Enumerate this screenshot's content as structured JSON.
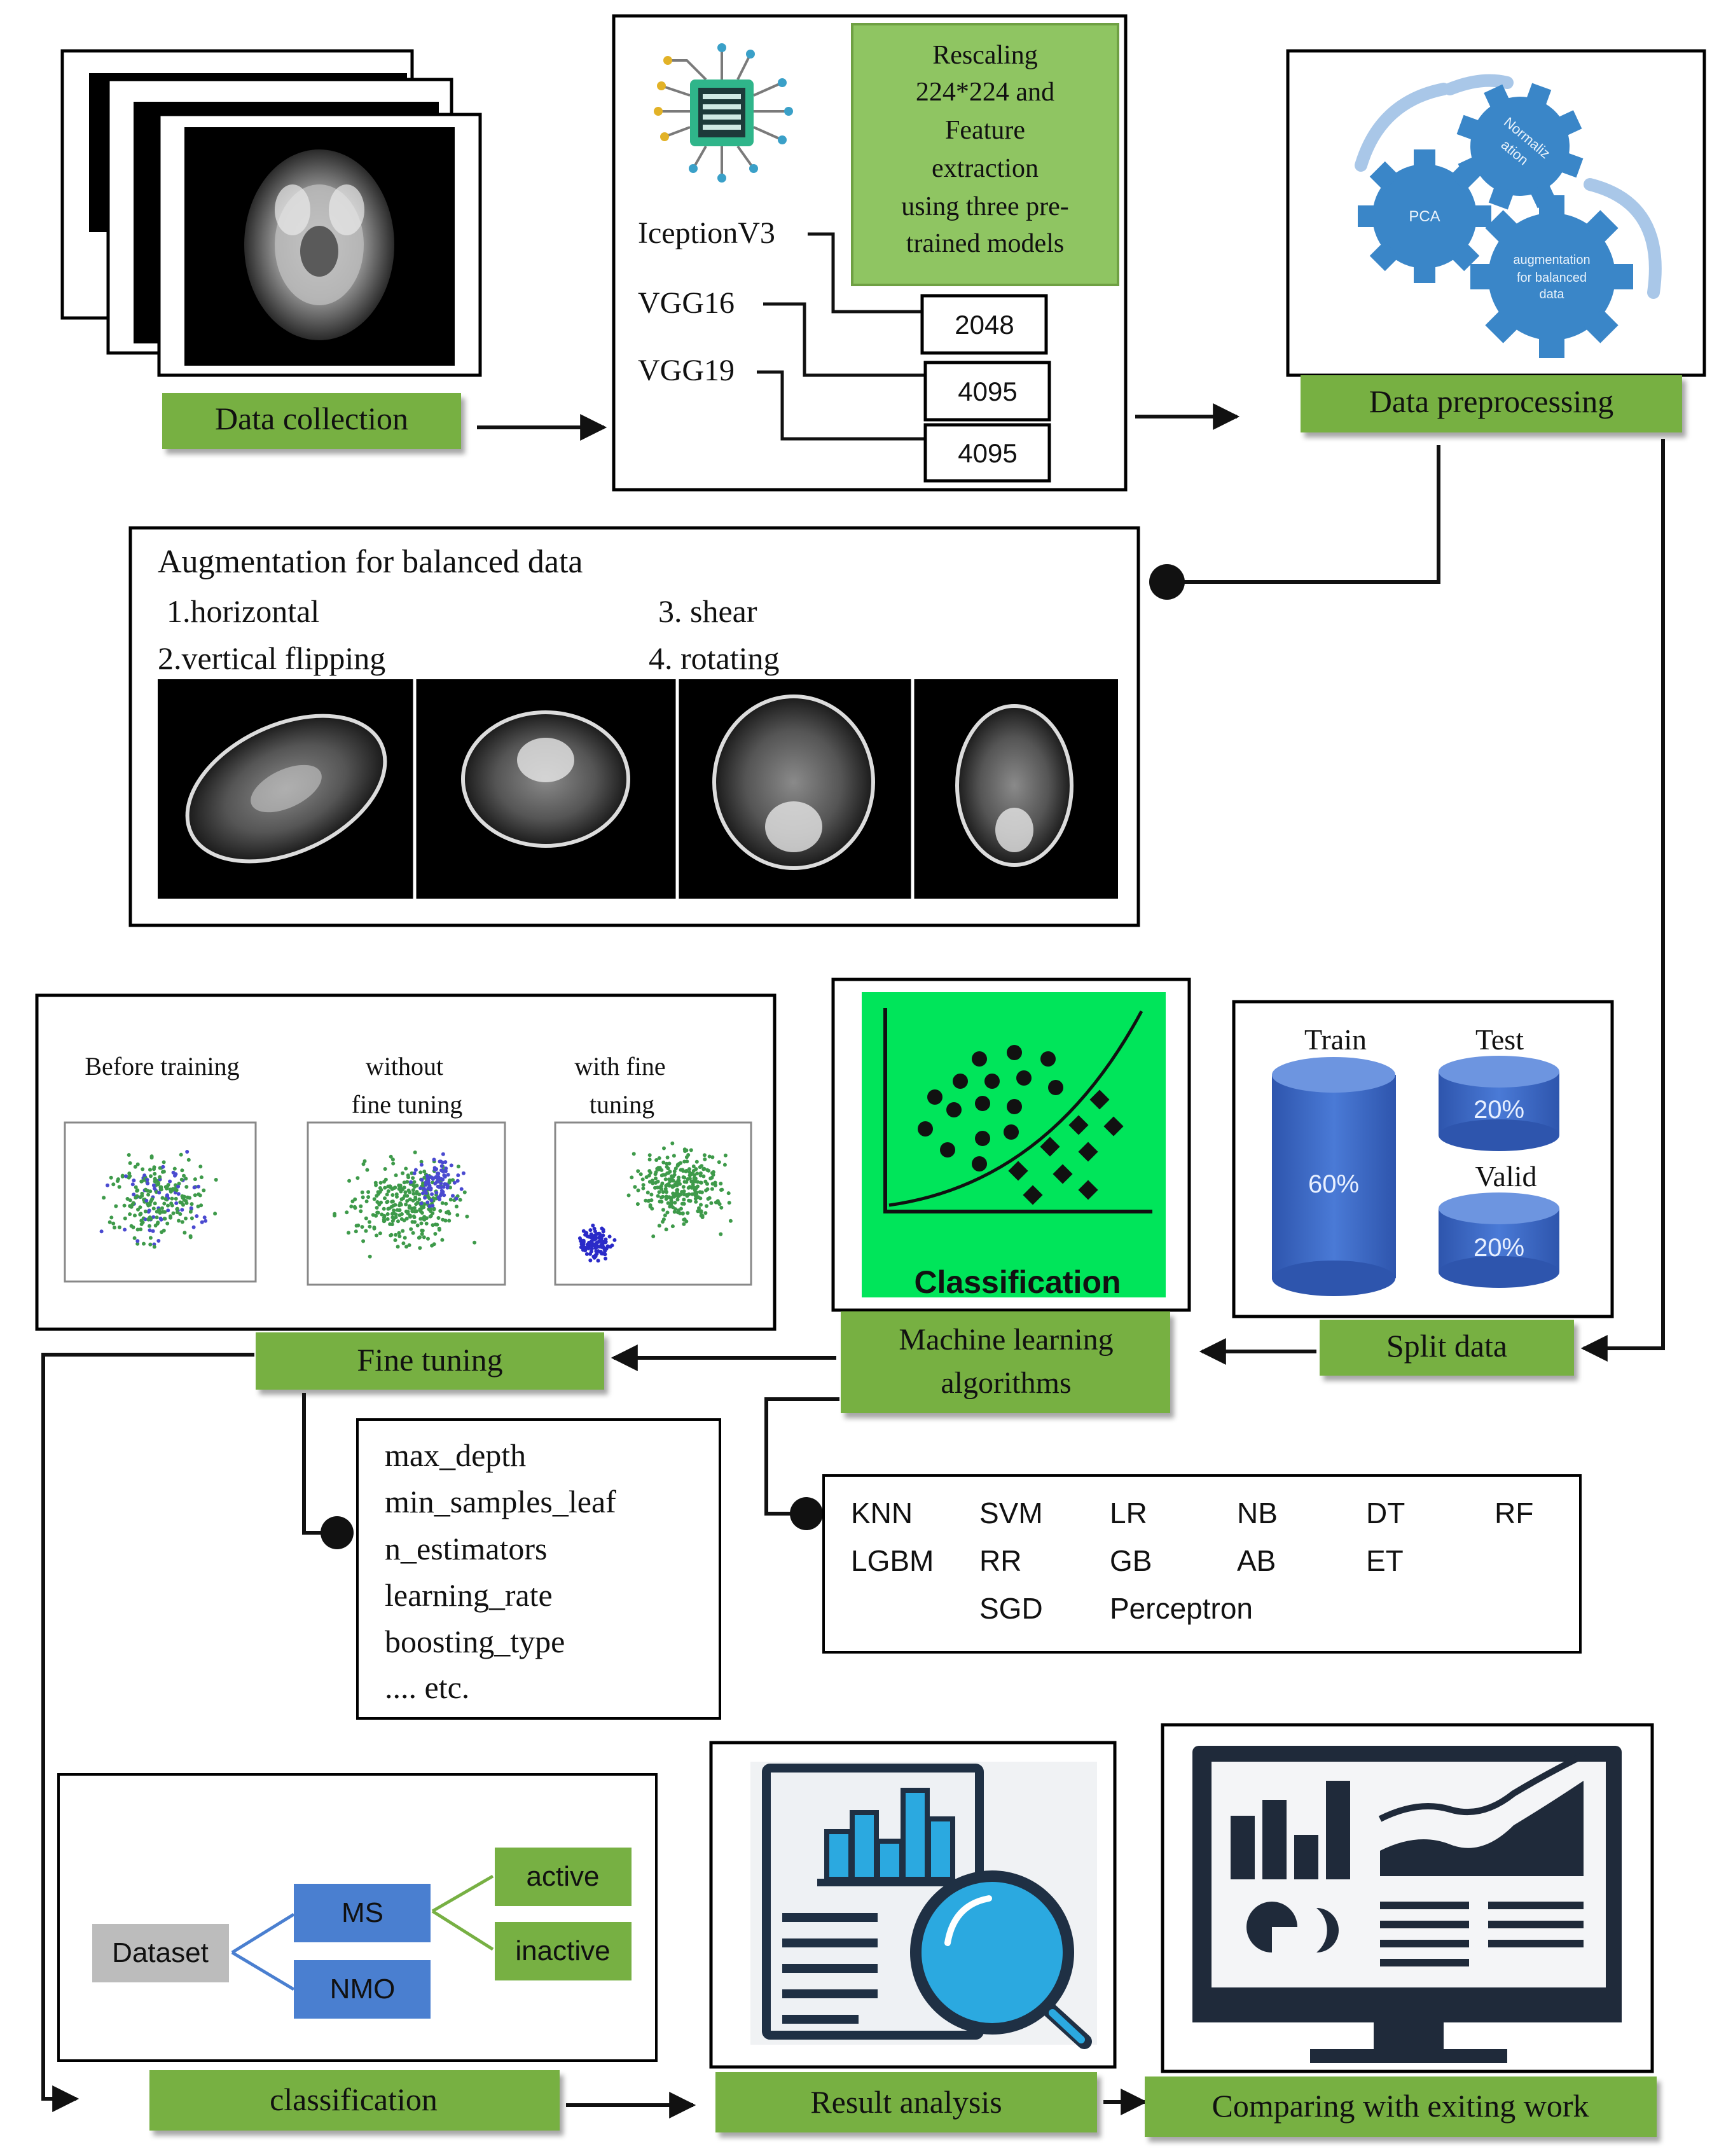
{
  "stages": {
    "data_collection": "Data collection",
    "data_preprocessing": "Data preprocessing",
    "fine_tuning": "Fine tuning",
    "ml_algorithms_1": "Machine learning",
    "ml_algorithms_2": "algorithms",
    "split_data": "Split data",
    "classification": "classification",
    "result_analysis": "Result analysis",
    "comparing": "Comparing with exiting work"
  },
  "feature_extraction": {
    "description": [
      "Rescaling",
      "224*224 and",
      "Feature",
      "extraction",
      "using three pre-",
      "trained models"
    ],
    "models": [
      {
        "name": "IceptionV3",
        "features": "2048"
      },
      {
        "name": "VGG16",
        "features": "4095"
      },
      {
        "name": "VGG19",
        "features": "4095"
      }
    ]
  },
  "preprocessing_gears": {
    "gear1": "Normalization",
    "gear1_line1": "Normaliz",
    "gear1_line2": "ation",
    "gear2": "PCA",
    "gear3_line1": "augmentation",
    "gear3_line2": "for balanced",
    "gear3_line3": "data"
  },
  "augmentation": {
    "title": "Augmentation for balanced data",
    "item1": "1.horizontal",
    "item2": "2.vertical flipping",
    "item3": "3. shear",
    "item4": "4. rotating"
  },
  "fine_tuning_panel": {
    "label1": "Before training",
    "label2_line1": "without",
    "label2_line2": "fine tuning",
    "label3_line1": "with fine",
    "label3_line2": "tuning"
  },
  "ml_panel": {
    "icon_label": "Classification"
  },
  "split": {
    "train_label": "Train",
    "train_value": "60%",
    "test_label": "Test",
    "test_value": "20%",
    "valid_label": "Valid",
    "valid_value": "20%"
  },
  "hyperparameters": [
    "max_depth",
    "min_samples_leaf",
    "n_estimators",
    "learning_rate",
    "boosting_type",
    ".... etc."
  ],
  "algorithms": {
    "row1": [
      "KNN",
      "SVM",
      "LR",
      "NB",
      "DT",
      "RF"
    ],
    "row2": [
      "LGBM",
      "RR",
      "GB",
      "AB",
      "ET"
    ],
    "row3": [
      "SGD",
      "Perceptron"
    ]
  },
  "class_tree": {
    "root": "Dataset",
    "ms": "MS",
    "nmo": "NMO",
    "active": "active",
    "inactive": "inactive"
  },
  "colors": {
    "green_label": "#77b043",
    "green_box": "#8fc562",
    "bright_green": "#00e55a",
    "gear_blue": "#3a86c8",
    "cylinder_blue": "#3a67c4",
    "node_blue": "#4a7fd0",
    "node_grey": "#bcbcbc",
    "icon_dark": "#1f3044",
    "icon_cyan": "#2ba9e0"
  }
}
